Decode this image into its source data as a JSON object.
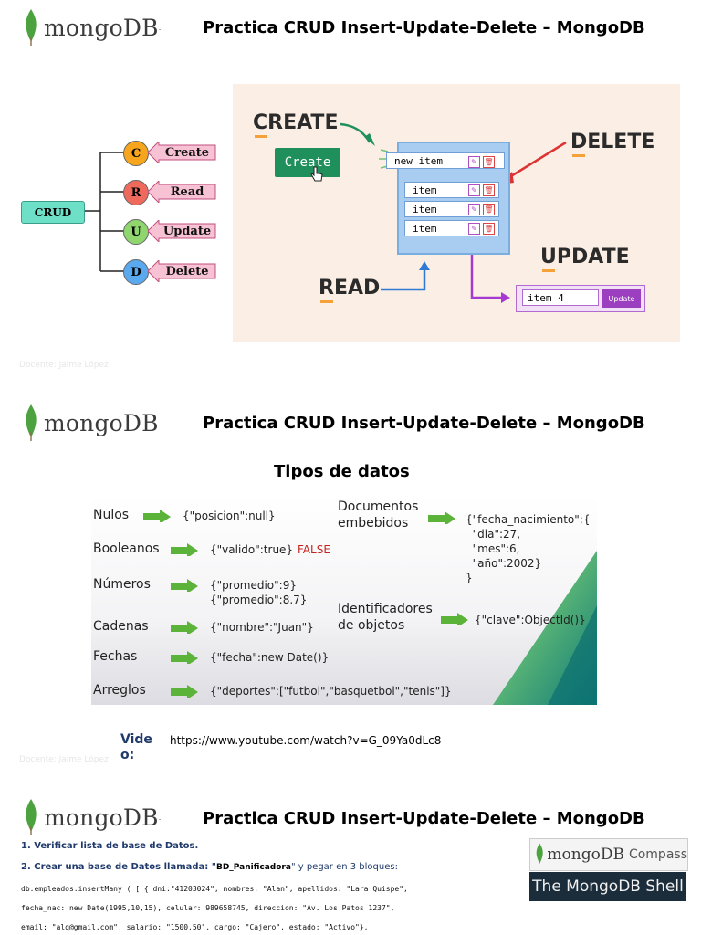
{
  "brand": {
    "word": "mongoDB",
    "reg": "."
  },
  "slides": [
    {
      "title": "Practica CRUD Insert-Update-Delete – MongoDB",
      "teacher": "Docente: Jaime López"
    },
    {
      "title": "Practica CRUD Insert-Update-Delete – MongoDB",
      "teacher": "Docente: Jaime López"
    },
    {
      "title": "Practica CRUD Insert-Update-Delete – MongoDB"
    }
  ],
  "crud_tree": {
    "root": "CRUD",
    "nodes": [
      {
        "letter": "C",
        "label": "Create",
        "color": "#f7a51c"
      },
      {
        "letter": "R",
        "label": "Read",
        "color": "#ef6a5c"
      },
      {
        "letter": "U",
        "label": "Update",
        "color": "#8fd66f"
      },
      {
        "letter": "D",
        "label": "Delete",
        "color": "#5aa9ee"
      }
    ]
  },
  "illustration": {
    "create_label": "CREATE",
    "delete_label": "DELETE",
    "update_label": "UPDATE",
    "read_label": "READ",
    "create_button": "Create",
    "new_item": "new item",
    "items": [
      "item",
      "item",
      "item"
    ],
    "update_value": "item 4",
    "update_button": "Update"
  },
  "data_types": {
    "heading": "Tipos de datos",
    "left": [
      {
        "label": "Nulos",
        "value": "{\"posicion\":null}"
      },
      {
        "label": "Booleanos",
        "value": "{\"valido\":true}",
        "extra": "FALSE"
      },
      {
        "label": "Números",
        "value": "{\"promedio\":9}",
        "value2": "{\"promedio\":8.7}"
      },
      {
        "label": "Cadenas",
        "value": "{\"nombre\":\"Juan\"}"
      },
      {
        "label": "Fechas",
        "value": "{\"fecha\":new Date()}"
      },
      {
        "label": "Arreglos",
        "value": "{\"deportes\":[\"futbol\",\"basquetbol\",\"tenis\"]}"
      }
    ],
    "right": [
      {
        "label1": "Documentos",
        "label2": "embebidos",
        "lines": [
          "{\"fecha_nacimiento\":{",
          "  \"dia\":27,",
          "  \"mes\":6,",
          "  \"año\":2002}",
          "}"
        ]
      },
      {
        "label1": "Identificadores",
        "label2": "de objetos",
        "value": "{\"clave\":ObjectId()}"
      }
    ]
  },
  "video": {
    "label1": "Vide",
    "label2": "o:",
    "url": "https://www.youtube.com/watch?v=G_09Ya0dLc8"
  },
  "steps": {
    "s1": "1. Verificar lista de base de Datos.",
    "s2_pre": "2. Crear una base de Datos llamada: \"",
    "s2_db": "BD_Panificadora",
    "s2_post": "\" y pegar en 3 bloques:"
  },
  "code_lines": [
    "db.empleados.insertMany ( [ { dni:\"41203024\", nombres: \"Alan\", apellidos: \"Lara Quispe\",",
    "fecha_nac: new Date(1995,10,15), celular: 989658745, direccion: \"Av. Los Patos 1237\",",
    "email: \"alq@gmail.com\", salario: \"1500.50\", cargo: \"Cajero\", estado: \"Activo\"},"
  ],
  "compass": {
    "word": "mongoDB",
    "suffix": "Compass"
  },
  "shell": {
    "label": "The MongoDB Shell"
  },
  "colors": {
    "accent_green": "#5cb33a",
    "dark_blue": "#1f3a6b"
  }
}
